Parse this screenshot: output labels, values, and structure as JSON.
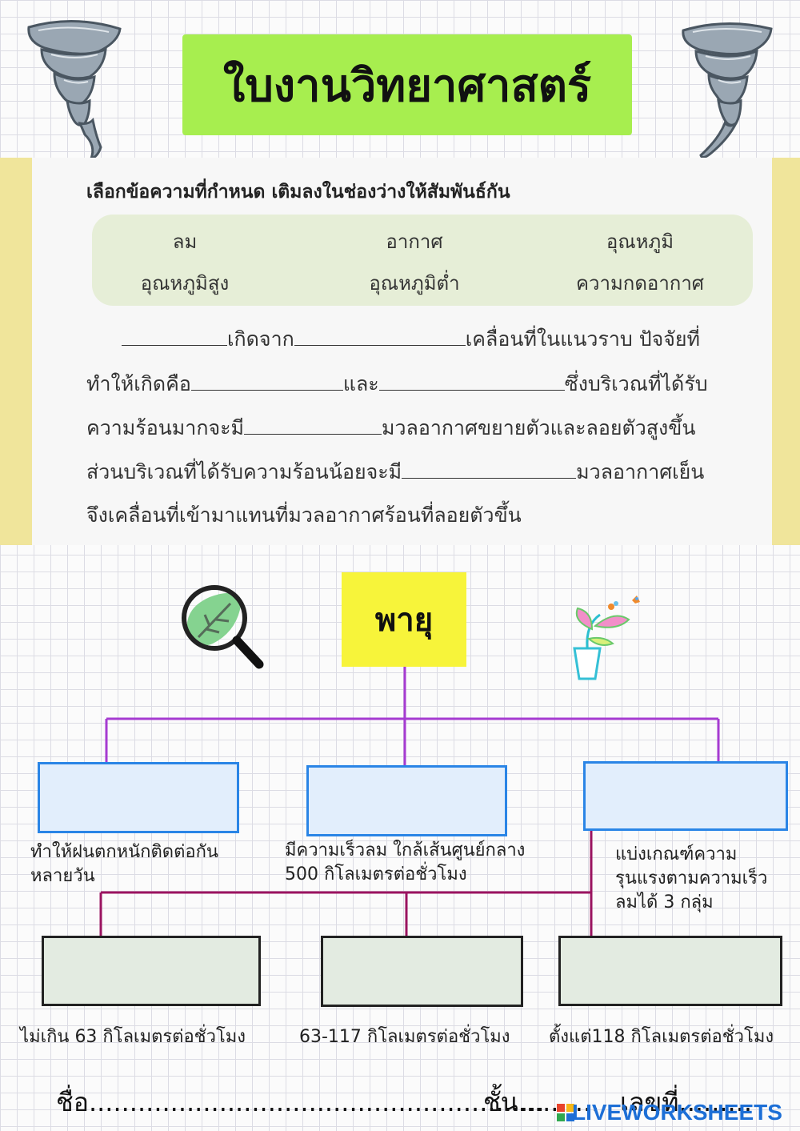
{
  "title": "ใบงานวิทยาศาสตร์",
  "instruction": "เลือกข้อความที่กำหนด เติมลงในช่องว่างให้สัมพันธ์กัน",
  "word_bank": [
    "ลม",
    "อากาศ",
    "อุณหภูมิ",
    "อุณหภูมิสูง",
    "อุณหภูมิต่ำ",
    "ความกดอากาศ"
  ],
  "paragraph": {
    "l1_a": "เกิดจาก",
    "l1_b": "เคลื่อนที่ในแนวราบ ปัจจัยที่",
    "l2_a": "ทำให้เกิดคือ",
    "l2_b": "และ",
    "l2_c": "ซึ่งบริเวณที่ได้รับ",
    "l3_a": "ความร้อนมากจะมี",
    "l3_b": "มวลอากาศขยายตัวและลอยตัวสูงขึ้น",
    "l4_a": "ส่วนบริเวณที่ได้รับความร้อนน้อยจะมี",
    "l4_b": "มวลอากาศเย็น",
    "l5": "จึงเคลื่อนที่เข้ามาแทนที่มวลอากาศร้อนที่ลอยตัวขึ้น"
  },
  "diagram": {
    "root": "พายุ",
    "level1_desc": [
      "ทำให้ฝนตกหนักติดต่อกัน",
      "หลายวัน",
      "มีความเร็วลม ใกล้เส้นศูนย์กลาง",
      "500 กิโลเมตรต่อชั่วโมง",
      "แบ่งเกณฑ์ความ",
      "รุนแรงตามความเร็ว",
      "ลมได้ 3 กลุ่ม"
    ],
    "level2_desc": [
      "ไม่เกิน 63 กิโลเมตรต่อชั่วโมง",
      "63-117 กิโลเมตรต่อชั่วโมง",
      "ตั้งแต่118 กิโลเมตรต่อชั่วโมง"
    ]
  },
  "footer": {
    "name": "ชื่อ........................................................",
    "class": "ชั้น..........",
    "number": "เลขที่........."
  },
  "brand": "LIVEWORKSHEETS",
  "colors": {
    "title_bg": "#a7ee4f",
    "root_bg": "#f7f43a",
    "connector_purple": "#a63bd1",
    "connector_maroon": "#9b1460"
  }
}
